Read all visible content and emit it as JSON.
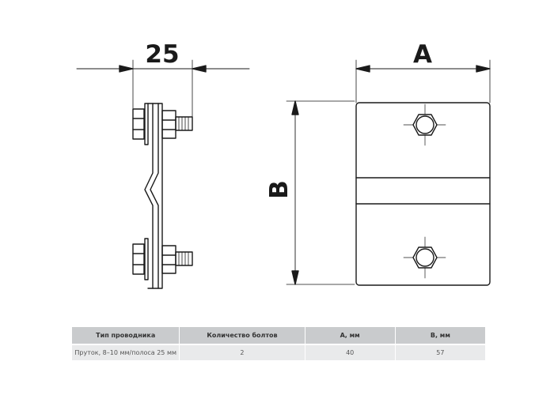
{
  "dimensions": {
    "width_label": "25",
    "a_label": "A",
    "b_label": "B"
  },
  "table": {
    "headers": [
      "Тип проводника",
      "Количество болтов",
      "А, мм",
      "В, мм"
    ],
    "rows": [
      [
        "Пруток, 8–10 мм/полоса 25 мм",
        "2",
        "40",
        "57"
      ]
    ]
  }
}
